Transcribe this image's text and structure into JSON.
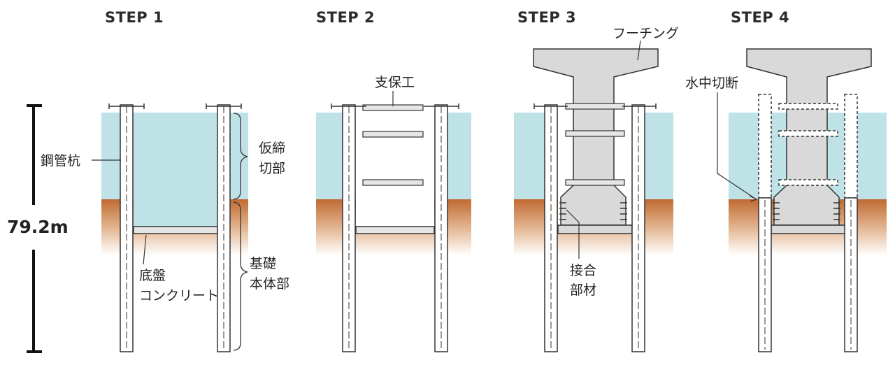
{
  "steps": [
    "STEP 1",
    "STEP 2",
    "STEP 3",
    "STEP 4"
  ],
  "dimension": {
    "height_label": "79.2m"
  },
  "labels": {
    "steel_pipe_pile": "鋼管杭",
    "temporary_cofferdam_line1": "仮締",
    "temporary_cofferdam_line2": "切部",
    "foundation_body_line1": "基礎",
    "foundation_body_line2": "本体部",
    "base_slab_line1": "底盤",
    "base_slab_line2": "コンクリート",
    "strut": "支保工",
    "footing": "フーチング",
    "joint_member_line1": "接合",
    "joint_member_line2": "部材",
    "underwater_cutting": "水中切断"
  },
  "colors": {
    "water": "#bfe2e6",
    "soil": "#c06a32",
    "concrete": "#d9d9d9",
    "outline": "#333333"
  }
}
